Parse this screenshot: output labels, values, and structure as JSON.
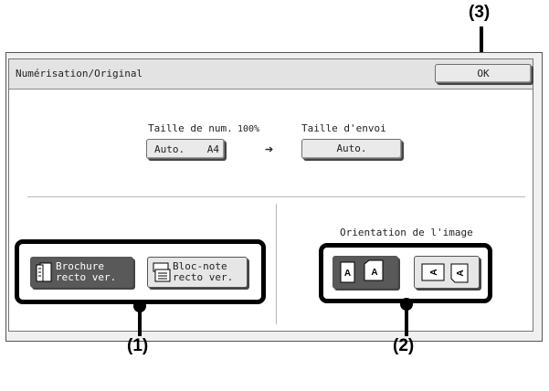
{
  "callouts": {
    "top": "(3)",
    "left": "(1)",
    "right": "(2)"
  },
  "screen": {
    "title": "Numérisation/Original",
    "ok_label": "OK"
  },
  "size": {
    "scan_label": "Taille de num.",
    "ratio": "100%",
    "arrow": "➔",
    "send_label": "Taille d'envoi",
    "scan_value": "Auto.",
    "scan_paper": "A4",
    "send_value": "Auto."
  },
  "binding": {
    "brochure": {
      "line1": "Brochure",
      "line2": "recto ver.",
      "selected": true
    },
    "blocnote": {
      "line1": "Bloc-note",
      "line2": "recto ver.",
      "selected": false
    }
  },
  "orientation": {
    "label": "Orientation de l'image",
    "portrait": {
      "glyph": "A",
      "selected": true
    },
    "landscape": {
      "glyph": "A",
      "selected": false
    }
  }
}
